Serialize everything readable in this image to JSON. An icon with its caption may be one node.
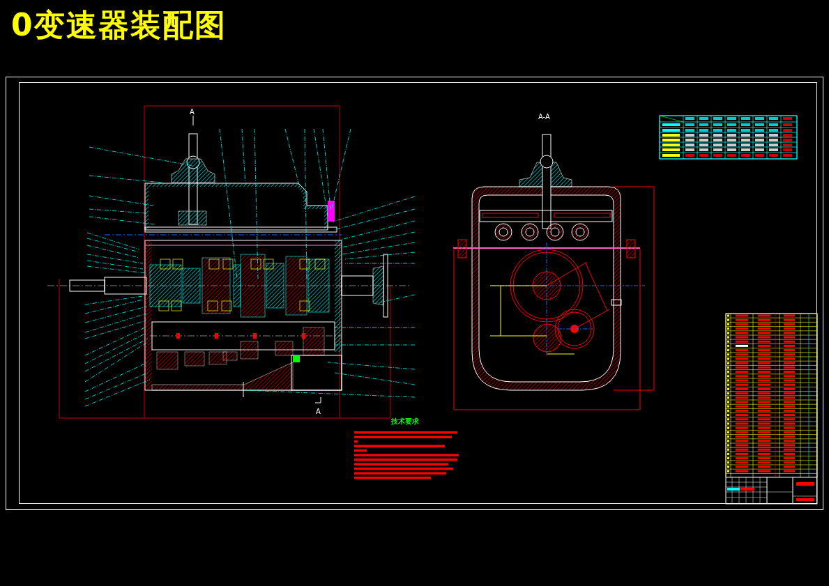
{
  "diagram": {
    "title": "0变速器装配图",
    "labels": [
      "A",
      "A-A",
      "A",
      "技术要求"
    ]
  }
}
